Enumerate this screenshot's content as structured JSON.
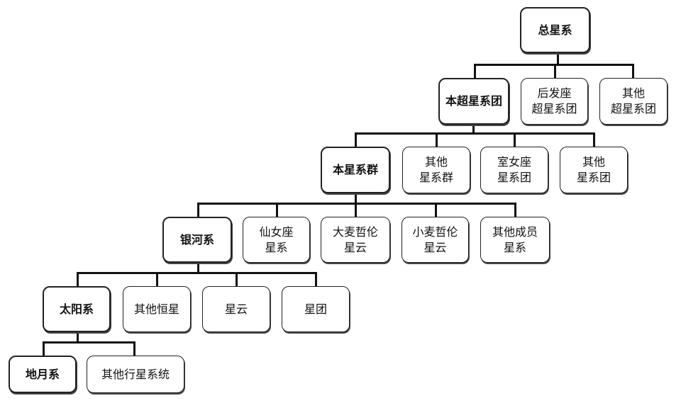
{
  "diagram": {
    "root": "总星系",
    "level1": {
      "main": "本超星系团",
      "others": [
        "后发座\n超星系团",
        "其他\n超星系团"
      ]
    },
    "level2": {
      "main": "本星系群",
      "others": [
        "其他\n星系群",
        "室女座\n星系团",
        "其他\n星系团"
      ]
    },
    "level3": {
      "main": "银河系",
      "others": [
        "仙女座\n星系",
        "大麦哲伦\n星云",
        "小麦哲伦\n星云",
        "其他成员\n星系"
      ]
    },
    "level4": {
      "main": "太阳系",
      "others": [
        "其他恒星",
        "星云",
        "星团"
      ]
    },
    "level5": {
      "main": "地月系",
      "others": [
        "其他行星系统"
      ]
    }
  }
}
